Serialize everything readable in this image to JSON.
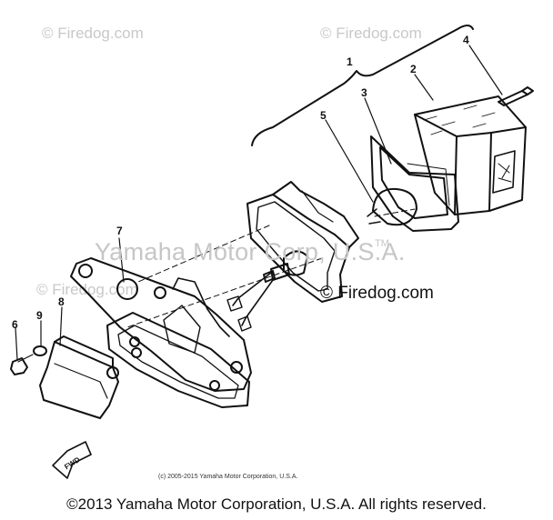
{
  "watermarks": {
    "top_left": "© Firedog.com",
    "top_right": "© Firedog.com",
    "mid_left": "© Firedog.com",
    "center": "Yamaha Motor Corp, U.S.A.",
    "trademark": "TM"
  },
  "brand_watermark": "© Firedog.com",
  "callouts": {
    "c1": "1",
    "c2": "2",
    "c3": "3",
    "c4": "4",
    "c5": "5",
    "c6": "6",
    "c7": "7",
    "c8": "8",
    "c9": "9"
  },
  "fwd_label": "FWD",
  "diagram_copyright": "(c) 2005-2015 Yamaha Motor Corporation, U.S.A.",
  "footer_text": "©2013 Yamaha Motor Corporation, U.S.A. All rights reserved."
}
